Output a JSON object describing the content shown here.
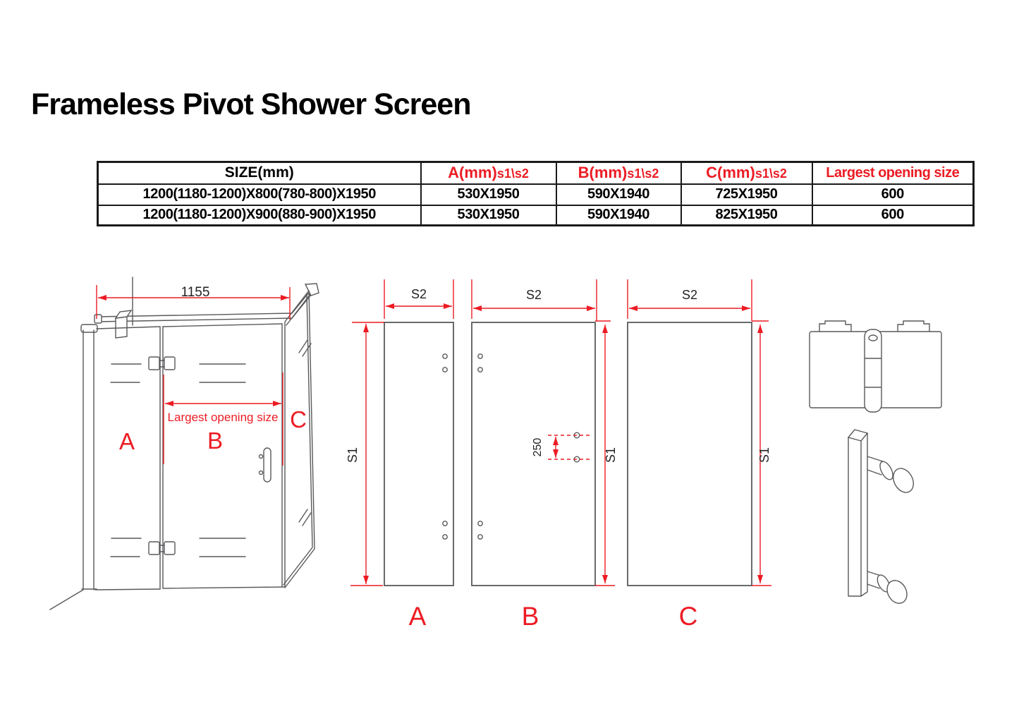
{
  "title": "Frameless Pivot Shower Screen",
  "colors": {
    "accent_red": "#ec1c24",
    "line_gray": "#58595b",
    "text_black": "#231f20"
  },
  "table": {
    "headers": {
      "size": "SIZE(mm)",
      "a_main": "A(mm)",
      "a_sub": "s1\\s2",
      "b_main": "B(mm)",
      "b_sub": "s1\\s2",
      "c_main": "C(mm)",
      "c_sub": "s1\\s2",
      "largest": "Largest opening size"
    },
    "rows": [
      [
        "1200(1180-1200)X800(780-800)X1950",
        "530X1950",
        "590X1940",
        "725X1950",
        "600"
      ],
      [
        "1200(1180-1200)X900(880-900)X1950",
        "530X1950",
        "590X1940",
        "825X1950",
        "600"
      ]
    ]
  },
  "overview": {
    "width_dim": "1155",
    "opening_dim": "Largest opening size",
    "label_a": "A",
    "label_b": "B",
    "label_c": "C"
  },
  "panels": {
    "a": {
      "label": "A",
      "width_dim": "S2",
      "height_dim": "S1"
    },
    "b": {
      "label": "B",
      "width_dim": "S2",
      "height_dim": "S1",
      "handle_hole_spacing": "250"
    },
    "c": {
      "label": "C",
      "width_dim": "S2",
      "height_dim": "S1"
    }
  }
}
